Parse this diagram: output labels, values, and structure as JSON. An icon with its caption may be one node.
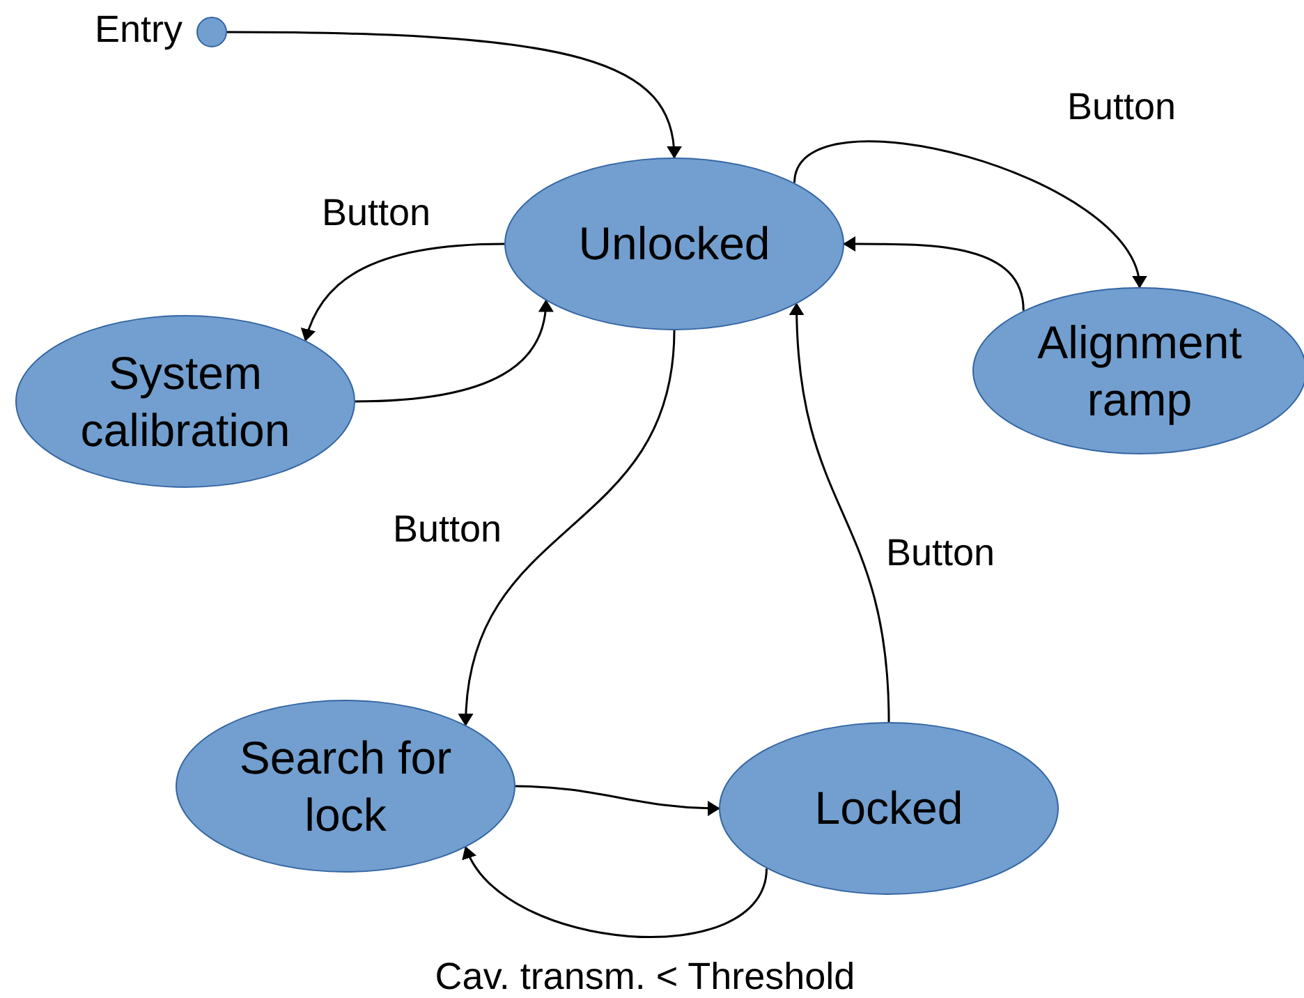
{
  "diagram": {
    "nodes": [
      {
        "text": [],
        "shape": "circle",
        "beside": [
          "Entry"
        ]
      },
      {
        "text": [
          "Unlocked"
        ]
      },
      {
        "text": [
          "System calibration"
        ]
      },
      {
        "text": [
          "Alignment ramp"
        ]
      },
      {
        "text": [
          "Search for lock"
        ]
      },
      {
        "text": [
          "Locked"
        ]
      }
    ],
    "edges": [
      {
        "from": 0,
        "to": 1,
        "arrow": "to"
      },
      {
        "from": 1,
        "to": 2,
        "arrow": "to",
        "label": "Button"
      },
      {
        "from": 2,
        "to": 1,
        "arrow": "to"
      },
      {
        "from": 1,
        "to": 3,
        "arrow": "to",
        "label": "Button"
      },
      {
        "from": 3,
        "to": 1,
        "arrow": "to"
      },
      {
        "from": 1,
        "to": 4,
        "arrow": "to",
        "label": "Button"
      },
      {
        "from": 4,
        "to": 5,
        "arrow": "to"
      },
      {
        "from": 5,
        "to": 1,
        "arrow": "to",
        "label": "Button"
      },
      {
        "from": 5,
        "to": 4,
        "arrow": "to",
        "label": "Cav. transm. < Threshold"
      }
    ]
  }
}
